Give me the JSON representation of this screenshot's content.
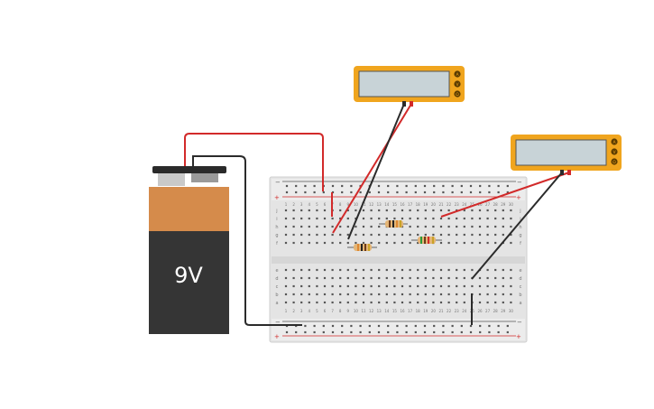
{
  "battery": {
    "label": "9V"
  },
  "breadboard": {
    "columns": 30,
    "top_row_letters": [
      "j",
      "i",
      "h",
      "g",
      "f"
    ],
    "bottom_row_letters": [
      "e",
      "d",
      "c",
      "b",
      "a"
    ],
    "rail_plus": "+",
    "rail_minus": "−"
  },
  "multimeters": [
    {
      "knob_labels": [
        "A",
        "V",
        "Ω"
      ]
    },
    {
      "knob_labels": [
        "A",
        "V",
        "Ω"
      ]
    }
  ],
  "components": [
    {
      "type": "resistor"
    },
    {
      "type": "resistor"
    },
    {
      "type": "resistor"
    }
  ],
  "colors": {
    "wire_red": "#d22a2a",
    "wire_black": "#2b2b2b",
    "meter_body": "#f0a51e",
    "meter_screen": "#c8d3d7",
    "battery_top": "#d58b4b",
    "battery_bottom": "#353535",
    "breadboard": "#e3e3e3"
  }
}
